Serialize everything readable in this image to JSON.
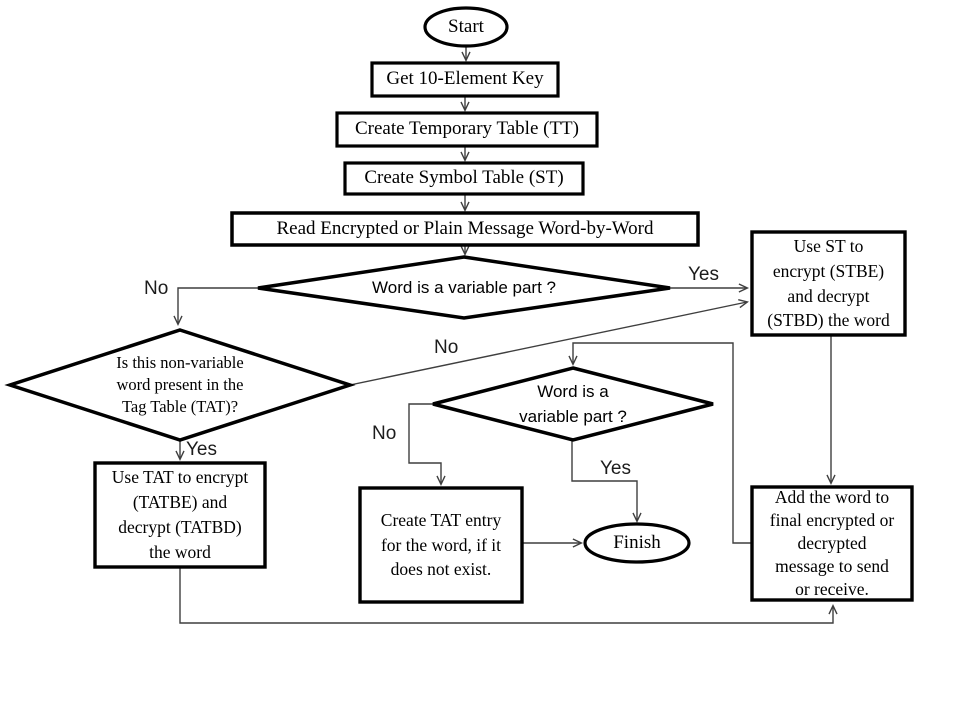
{
  "diagram": {
    "title": "Encryption / decryption flowchart",
    "colors": {
      "background": "#ffffff",
      "shape_fill": "#ffffff",
      "shape_stroke": "#000000",
      "connector": "#3f3f3f"
    },
    "nodes": [
      {
        "id": "start",
        "shape": "terminator",
        "label": "Start"
      },
      {
        "id": "get-key",
        "shape": "process",
        "label": "Get 10-Element Key"
      },
      {
        "id": "create-tt",
        "shape": "process",
        "label": "Create Temporary Table (TT)"
      },
      {
        "id": "create-st",
        "shape": "process",
        "label": "Create Symbol Table (ST)"
      },
      {
        "id": "read-message",
        "shape": "process",
        "label": "Read Encrypted or Plain Message Word-by-Word"
      },
      {
        "id": "word-variable-1",
        "shape": "decision",
        "label": "Word is a variable part ?"
      },
      {
        "id": "tat-present",
        "shape": "decision",
        "label": "Is this non-variable\nword present in the\nTag Table (TAT)?"
      },
      {
        "id": "use-st",
        "shape": "process",
        "label": "Use ST to\nencrypt (STBE)\nand decrypt\n(STBD) the word"
      },
      {
        "id": "word-variable-2",
        "shape": "decision",
        "label": "Word is a\nvariable part ?"
      },
      {
        "id": "use-tat",
        "shape": "process",
        "label": "Use TAT to encrypt\n(TATBE) and\ndecrypt (TATBD)\nthe word"
      },
      {
        "id": "create-tat-entry",
        "shape": "process",
        "label": "Create TAT entry\nfor the word, if it\ndoes not exist."
      },
      {
        "id": "finish",
        "shape": "terminator",
        "label": "Finish"
      },
      {
        "id": "add-word",
        "shape": "process",
        "label": "Add the word to\nfinal encrypted or\ndecrypted\nmessage to send\nor receive."
      }
    ],
    "edge_labels": [
      {
        "id": "no-from-word-variable-1",
        "text": "No"
      },
      {
        "id": "yes-from-word-variable-1",
        "text": "Yes"
      },
      {
        "id": "no-from-tat-present",
        "text": "No"
      },
      {
        "id": "yes-from-tat-present",
        "text": "Yes"
      },
      {
        "id": "no-from-word-variable-2",
        "text": "No"
      },
      {
        "id": "yes-from-word-variable-2",
        "text": "Yes"
      }
    ]
  }
}
